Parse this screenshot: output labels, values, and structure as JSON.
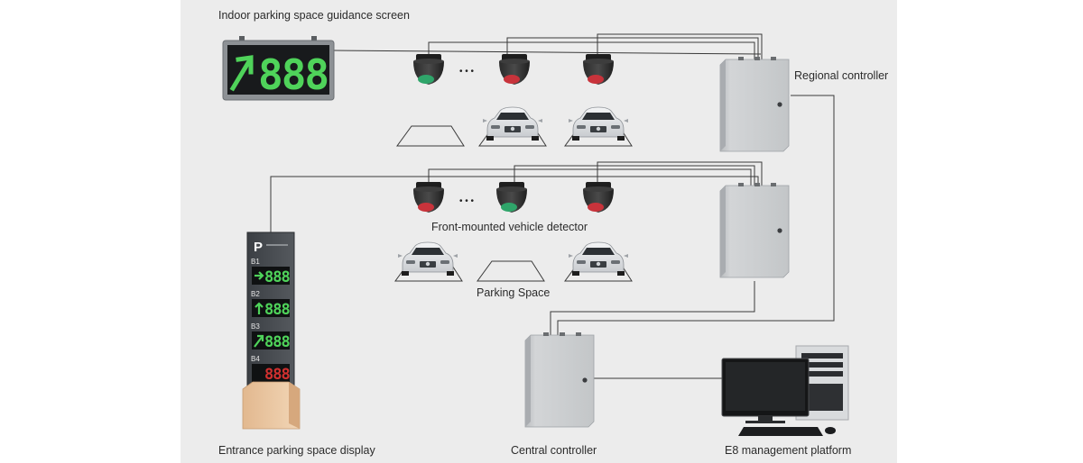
{
  "colors": {
    "background_panel": "#ececec",
    "wire": "#3a3a3a",
    "detector_green": "#2fa56a",
    "detector_red": "#c8333b",
    "display_green": "#4fd35a",
    "display_red": "#d0302f",
    "controller_box": "#c9cbcd",
    "kiosk_base": "#e8c29a"
  },
  "labels": {
    "indoor_screen": "Indoor parking space guidance screen",
    "regional_controller": "Regional controller",
    "detector": "Front-mounted vehicle detector",
    "parking_space": "Parking Space",
    "entrance_display": "Entrance parking space display",
    "central_controller": "Central controller",
    "management_platform": "E8 management platform"
  },
  "indoor_screen": {
    "digits": "888",
    "arrow": "up-right-arrow-icon"
  },
  "entrance_display": {
    "logo": "P",
    "floors": [
      {
        "level": "B1",
        "arrow": "right-arrow-icon",
        "digits": "888",
        "status": "green"
      },
      {
        "level": "B2",
        "arrow": "up-arrow-icon",
        "digits": "888",
        "status": "green"
      },
      {
        "level": "B3",
        "arrow": "up-right-arrow-icon",
        "digits": "888",
        "status": "green"
      },
      {
        "level": "B4",
        "arrow": "none",
        "digits": "888",
        "status": "red"
      }
    ]
  },
  "rows": [
    {
      "ellipsis": "• • •",
      "detectors": [
        "green",
        "red",
        "red"
      ],
      "spaces": [
        "empty",
        "occupied",
        "occupied"
      ]
    },
    {
      "ellipsis": "• • •",
      "detectors": [
        "red",
        "green",
        "red"
      ],
      "spaces": [
        "occupied",
        "empty",
        "occupied"
      ]
    }
  ]
}
